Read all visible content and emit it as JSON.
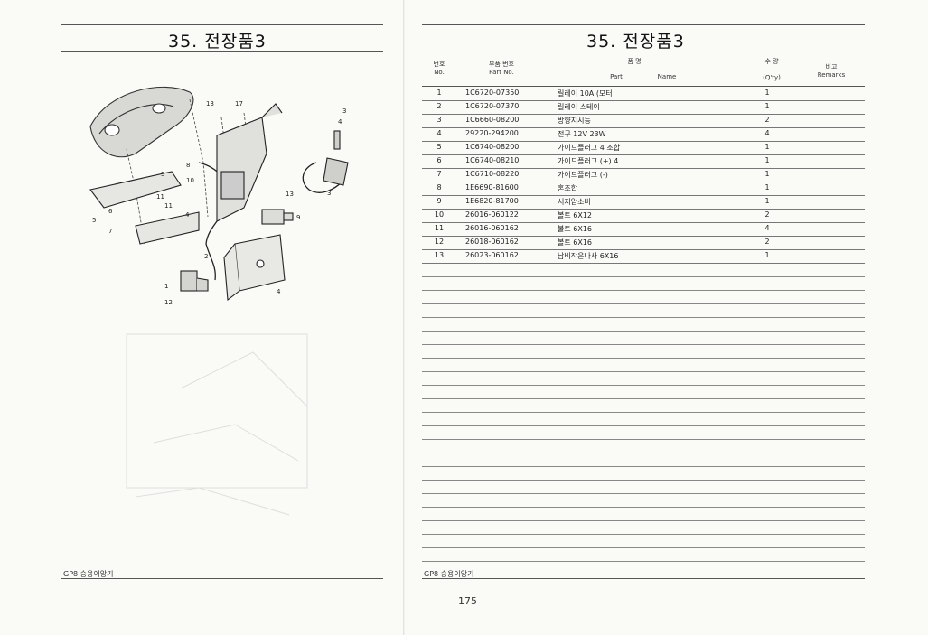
{
  "left_page": {
    "title": "35. 전장품3",
    "footer": "GP8 승용이앙기",
    "callouts": [
      "13",
      "17",
      "3",
      "4",
      "8",
      "5",
      "10",
      "11",
      "11",
      "4",
      "6",
      "5",
      "7",
      "13",
      "9",
      "3",
      "2",
      "1",
      "12",
      "4"
    ]
  },
  "right_page": {
    "title": "35. 전장품3",
    "footer": "GP8 승용이앙기",
    "page_number": "175",
    "headers": {
      "no_ko": "번호",
      "no_en": "No.",
      "part_ko": "부품 번호",
      "part_en": "Part  No.",
      "name_ko": "품        명",
      "name_part": "Part",
      "name_name": "Name",
      "qty_ko": "수  량",
      "qty_en": "(Q'ty)",
      "remarks_ko": "비고",
      "remarks_en": "Remarks"
    },
    "rows": [
      {
        "no": "1",
        "part": "1C6720-07350",
        "name": "릴레이 10A (모터",
        "qty": "1"
      },
      {
        "no": "2",
        "part": "1C6720-07370",
        "name": "릴레이 스테이",
        "qty": "1"
      },
      {
        "no": "3",
        "part": "1C6660-08200",
        "name": "방향지시등",
        "qty": "2"
      },
      {
        "no": "4",
        "part": "29220-294200",
        "name": "전구 12V 23W",
        "qty": "4"
      },
      {
        "no": "5",
        "part": "1C6740-08200",
        "name": "가이드플러그 4 조합",
        "qty": "1"
      },
      {
        "no": "6",
        "part": "1C6740-08210",
        "name": "가이드플러그 (+) 4",
        "qty": "1"
      },
      {
        "no": "7",
        "part": "1C6710-08220",
        "name": "가이드플러그 (-)",
        "qty": "1"
      },
      {
        "no": "8",
        "part": "1E6690-81600",
        "name": "혼조합",
        "qty": "1"
      },
      {
        "no": "9",
        "part": "1E6820-81700",
        "name": "서지압소버",
        "qty": "1"
      },
      {
        "no": "10",
        "part": "26016-060122",
        "name": "볼트 6X12",
        "qty": "2"
      },
      {
        "no": "11",
        "part": "26016-060162",
        "name": "볼트 6X16",
        "qty": "4"
      },
      {
        "no": "12",
        "part": "26018-060162",
        "name": "볼트 6X16",
        "qty": "2"
      },
      {
        "no": "13",
        "part": "26023-060162",
        "name": "납비작은나사 6X16",
        "qty": "1"
      }
    ]
  }
}
